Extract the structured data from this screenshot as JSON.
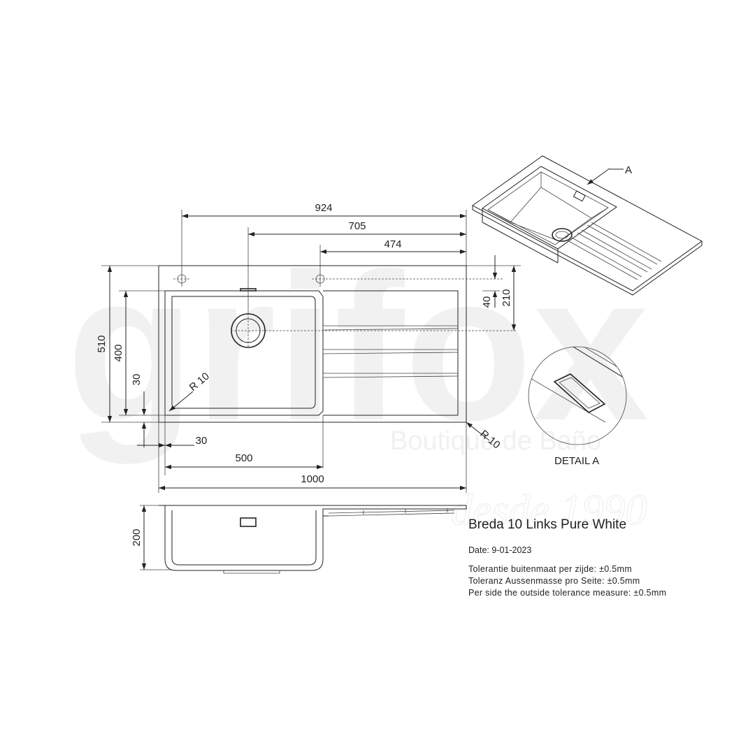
{
  "watermark": {
    "brand": "grifox",
    "tagline": "Boutique de Baño",
    "since": "desde 1990"
  },
  "dimensions": {
    "top_overall": "924",
    "top_mid": "705",
    "top_inner": "474",
    "right_40": "40",
    "right_210": "210",
    "left_510": "510",
    "left_400": "400",
    "left_30": "30",
    "radius_inner": "R 10",
    "radius_outer": "R 10",
    "bottom_30": "30",
    "bottom_500": "500",
    "bottom_1000": "1000",
    "depth_200": "200"
  },
  "detail": {
    "marker": "A",
    "label": "DETAIL A"
  },
  "info": {
    "title": "Breda 10 Links Pure White",
    "date": "Date: 9-01-2023",
    "tolerances": [
      "Tolerantie buitenmaat per zijde: ±0.5mm",
      "Toleranz Aussenmasse pro Seite: ±0.5mm",
      "Per side the outside tolerance measure: ±0.5mm"
    ]
  }
}
